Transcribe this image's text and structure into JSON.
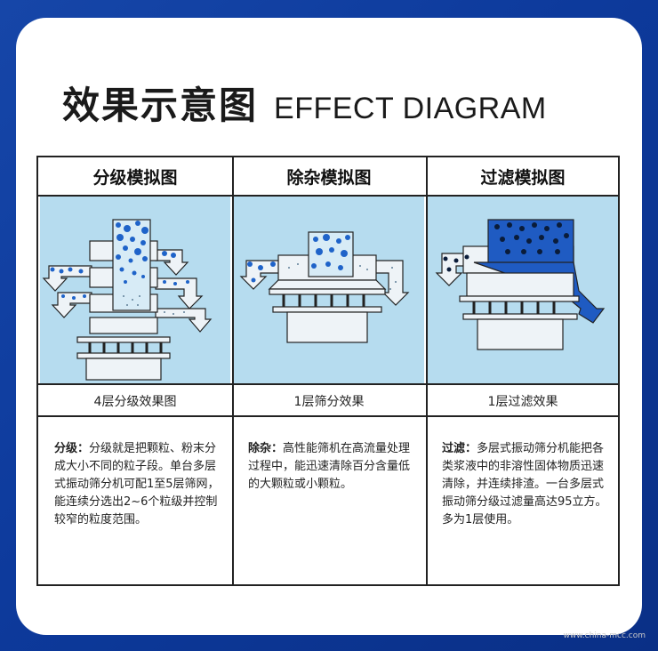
{
  "header": {
    "title_cn": "效果示意图",
    "title_en": "EFFECT DIAGRAM"
  },
  "columns": [
    {
      "title": "分级模拟图",
      "caption": "4层分级效果图",
      "desc_label": "分级：",
      "desc_text": "分级就是把颗粒、粉末分成大小不同的粒子段。单台多层式振动筛分机可配1至5层筛网，能连续分选出2~6个粒级并控制较窄的粒度范围。"
    },
    {
      "title": "除杂模拟图",
      "caption": "1层筛分效果",
      "desc_label": "除杂：",
      "desc_text": "高性能筛机在高流量处理过程中，能迅速清除百分含量低的大颗粒或小颗粒。"
    },
    {
      "title": "过滤模拟图",
      "caption": "1层过滤效果",
      "desc_label": "过滤：",
      "desc_text": "多层式振动筛分机能把各类浆液中的非溶性固体物质迅速清除，并连续排渣。一台多层式振动筛分级过滤量高达95立方。多为1层使用。"
    }
  ],
  "colors": {
    "background": "#0d3a9c",
    "panel": "#b6dcef",
    "particle": "#1f63c9",
    "machine": "#eef3f7",
    "outline": "#222222"
  },
  "watermark": "www.china-mcc.com"
}
